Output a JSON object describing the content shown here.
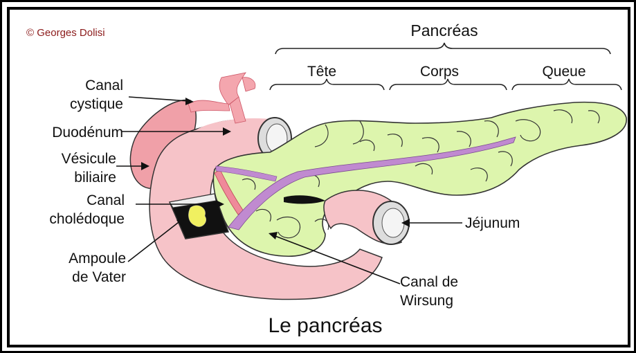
{
  "copyright": "© Georges Dolisi",
  "title": "Le pancréas",
  "pancreas_header": {
    "label": "Pancréas",
    "sections": [
      "Tête",
      "Corps",
      "Queue"
    ]
  },
  "left_labels": {
    "canal_cystique": [
      "Canal",
      "cystique"
    ],
    "duodenum": "Duodénum",
    "vesicule": [
      "Vésicule",
      "biliaire"
    ],
    "choledoque": [
      "Canal",
      "cholédoque"
    ],
    "ampoule": [
      "Ampoule",
      "de Vater"
    ]
  },
  "right_labels": {
    "jejunum": "Jéjunum",
    "wirsung": [
      "Canal de",
      "Wirsung"
    ]
  },
  "colors": {
    "pancreas_fill": "#ddf5ad",
    "organ_fill": "#f6c3c8",
    "gallbladder_fill": "#f0a0a8",
    "duct_purple": "#c08ad0",
    "bile_duct": "#ef8a9a",
    "frame": "#000000"
  }
}
